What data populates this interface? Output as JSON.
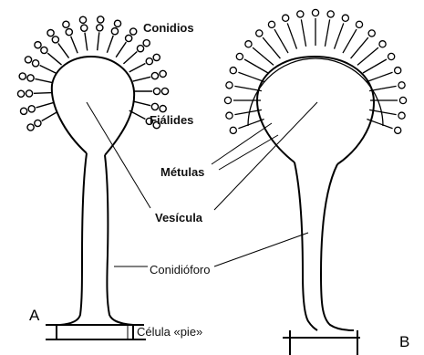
{
  "diagram": {
    "labels": {
      "conidios": "Conidios",
      "fialides": "Fiálides",
      "metulas": "Métulas",
      "vesicula": "Vesícula",
      "conidioforo": "Conidióforo",
      "celula_pie": "Célula «pie»"
    },
    "panels": {
      "left": "A",
      "right": "B"
    },
    "colors": {
      "ink": "#000000",
      "background": "#ffffff"
    }
  }
}
